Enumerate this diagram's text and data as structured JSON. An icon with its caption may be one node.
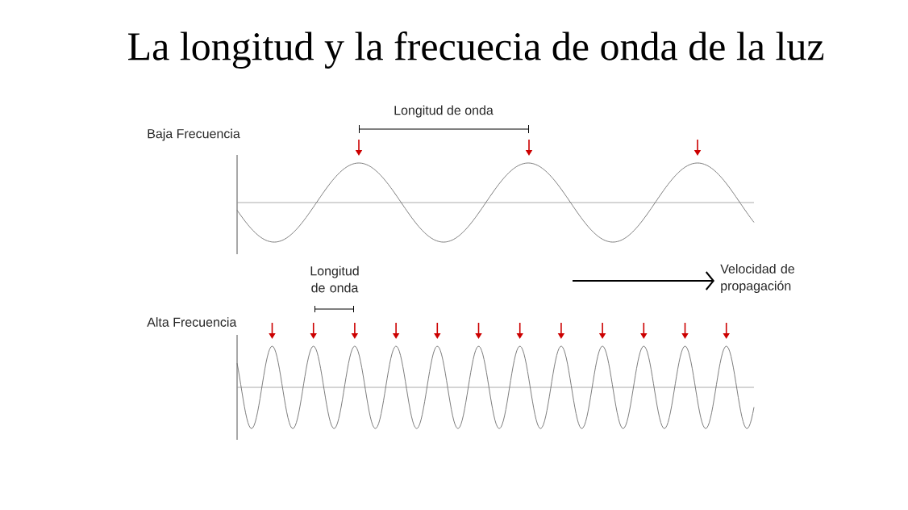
{
  "diagram": {
    "title": "La longitud y la frecuecia de onda de la luz",
    "labels": [
      "Longitud de onda",
      "Baja Frecuencia",
      "Longitud de onda",
      "Velocidad de propagación",
      "Alta Frecuencia"
    ]
  }
}
